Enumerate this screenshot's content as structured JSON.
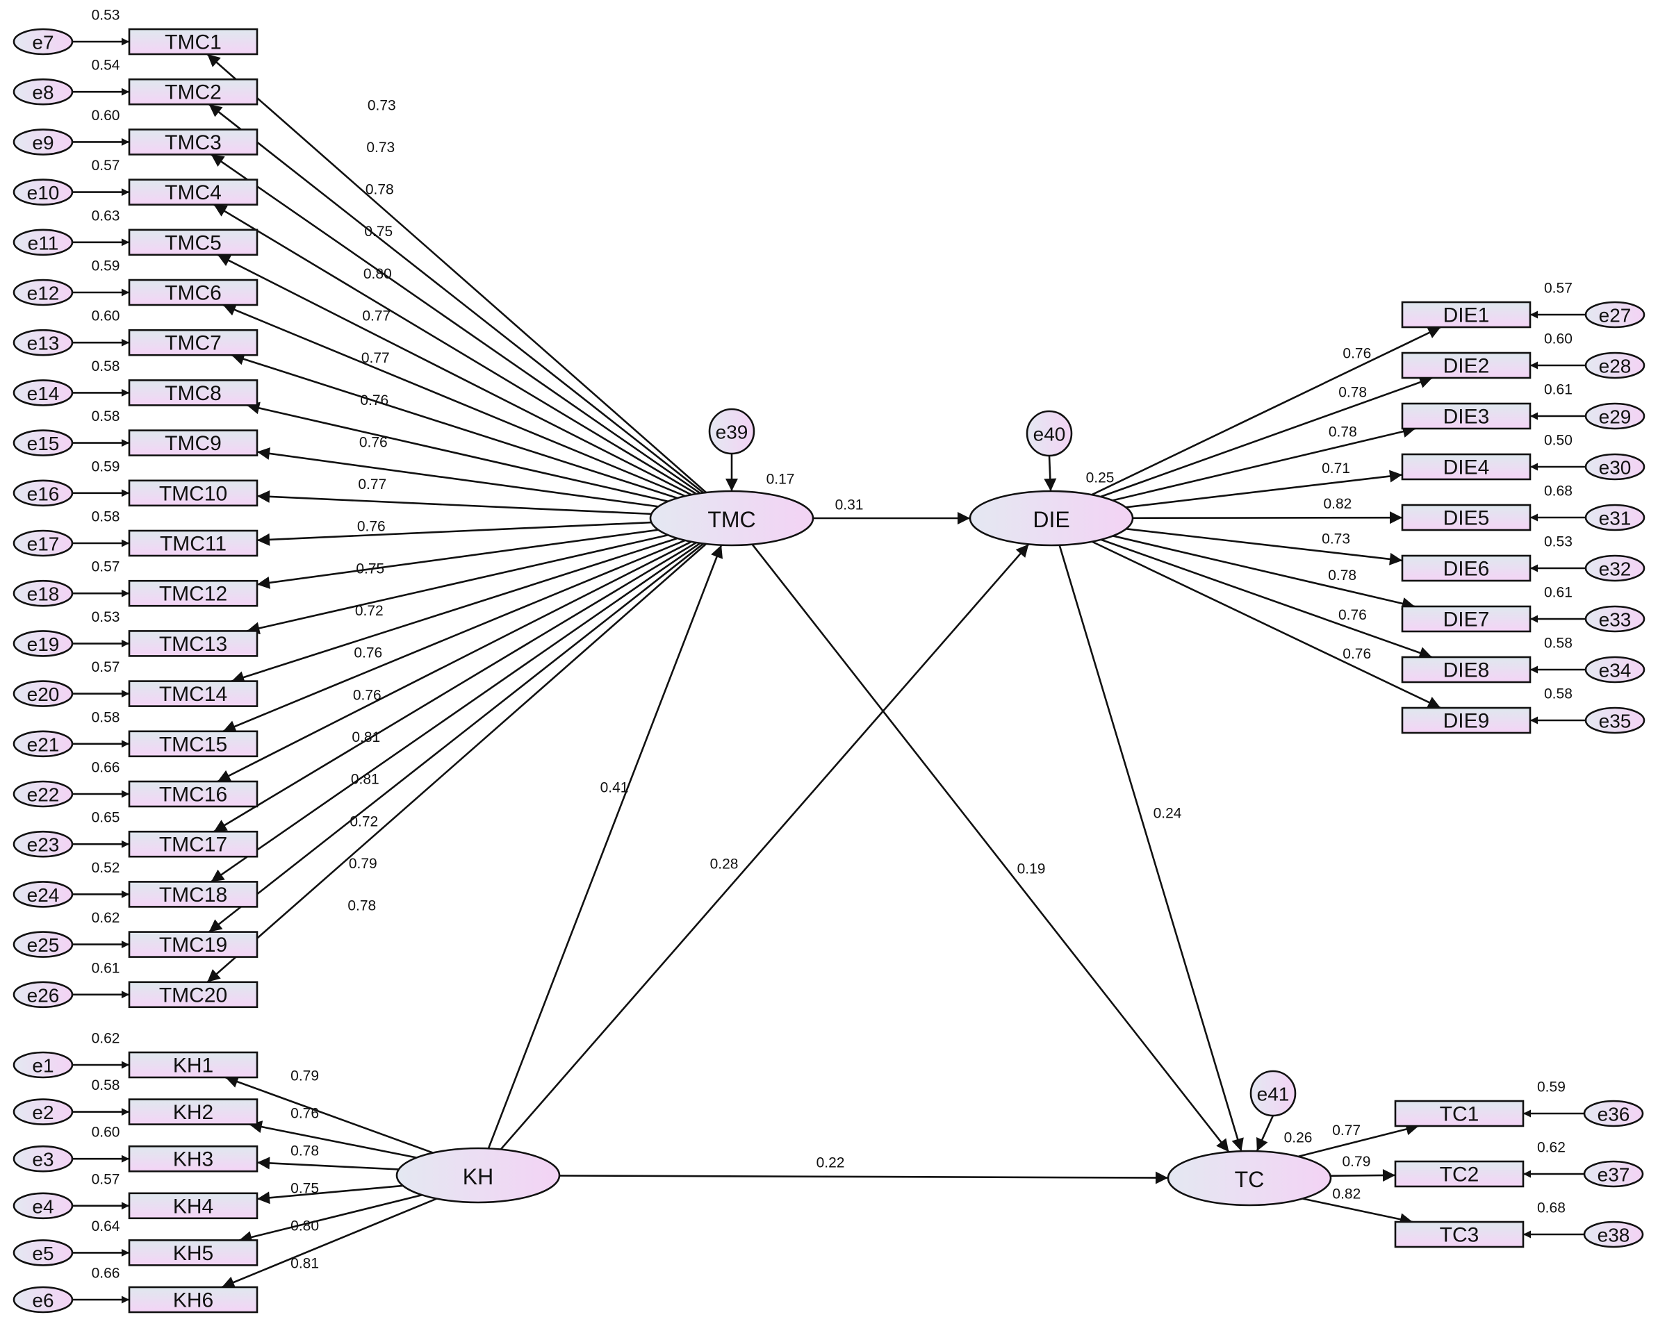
{
  "diagram": {
    "colors": {
      "box_top": "#dfe8ee",
      "box_bottom": "#f4d4f6",
      "ellipse_left": "#e4e8f2",
      "ellipse_right": "#f3d3f4",
      "line": "#111111"
    },
    "latents": {
      "TMC": {
        "label": "TMC",
        "r2": "0.17",
        "error": "e39"
      },
      "DIE": {
        "label": "DIE",
        "r2": "0.25",
        "error": "e40"
      },
      "KH": {
        "label": "KH"
      },
      "TC": {
        "label": "TC",
        "r2": "0.26",
        "error": "e41"
      }
    },
    "structural_paths": [
      {
        "from": "TMC",
        "to": "DIE",
        "coef": "0.31"
      },
      {
        "from": "TMC",
        "to": "TC",
        "coef": "0.19"
      },
      {
        "from": "DIE",
        "to": "TC",
        "coef": "0.24"
      },
      {
        "from": "KH",
        "to": "TMC",
        "coef": "0.41"
      },
      {
        "from": "KH",
        "to": "DIE",
        "coef": "0.28"
      },
      {
        "from": "KH",
        "to": "TC",
        "coef": "0.22"
      }
    ],
    "tmc_items": [
      {
        "name": "TMC1",
        "error": "e7",
        "r2": "0.53",
        "loading": "0.73"
      },
      {
        "name": "TMC2",
        "error": "e8",
        "r2": "0.54",
        "loading": "0.73"
      },
      {
        "name": "TMC3",
        "error": "e9",
        "r2": "0.60",
        "loading": "0.78"
      },
      {
        "name": "TMC4",
        "error": "e10",
        "r2": "0.57",
        "loading": "0.75"
      },
      {
        "name": "TMC5",
        "error": "e11",
        "r2": "0.63",
        "loading": "0.80"
      },
      {
        "name": "TMC6",
        "error": "e12",
        "r2": "0.59",
        "loading": "0.77"
      },
      {
        "name": "TMC7",
        "error": "e13",
        "r2": "0.60",
        "loading": "0.77"
      },
      {
        "name": "TMC8",
        "error": "e14",
        "r2": "0.58",
        "loading": "0.76"
      },
      {
        "name": "TMC9",
        "error": "e15",
        "r2": "0.58",
        "loading": "0.76"
      },
      {
        "name": "TMC10",
        "error": "e16",
        "r2": "0.59",
        "loading": "0.77"
      },
      {
        "name": "TMC11",
        "error": "e17",
        "r2": "0.58",
        "loading": "0.76"
      },
      {
        "name": "TMC12",
        "error": "e18",
        "r2": "0.57",
        "loading": "0.75"
      },
      {
        "name": "TMC13",
        "error": "e19",
        "r2": "0.53",
        "loading": "0.72"
      },
      {
        "name": "TMC14",
        "error": "e20",
        "r2": "0.57",
        "loading": "0.76"
      },
      {
        "name": "TMC15",
        "error": "e21",
        "r2": "0.58",
        "loading": "0.76"
      },
      {
        "name": "TMC16",
        "error": "e22",
        "r2": "0.66",
        "loading": "0.81"
      },
      {
        "name": "TMC17",
        "error": "e23",
        "r2": "0.65",
        "loading": "0.81"
      },
      {
        "name": "TMC18",
        "error": "e24",
        "r2": "0.52",
        "loading": "0.72"
      },
      {
        "name": "TMC19",
        "error": "e25",
        "r2": "0.62",
        "loading": "0.79"
      },
      {
        "name": "TMC20",
        "error": "e26",
        "r2": "0.61",
        "loading": "0.78"
      }
    ],
    "kh_items": [
      {
        "name": "KH1",
        "error": "e1",
        "r2": "0.62",
        "loading": "0.79"
      },
      {
        "name": "KH2",
        "error": "e2",
        "r2": "0.58",
        "loading": "0.76"
      },
      {
        "name": "KH3",
        "error": "e3",
        "r2": "0.60",
        "loading": "0.78"
      },
      {
        "name": "KH4",
        "error": "e4",
        "r2": "0.57",
        "loading": "0.75"
      },
      {
        "name": "KH5",
        "error": "e5",
        "r2": "0.64",
        "loading": "0.80"
      },
      {
        "name": "KH6",
        "error": "e6",
        "r2": "0.66",
        "loading": "0.81"
      }
    ],
    "die_items": [
      {
        "name": "DIE1",
        "error": "e27",
        "r2": "0.57",
        "loading": "0.76"
      },
      {
        "name": "DIE2",
        "error": "e28",
        "r2": "0.60",
        "loading": "0.78"
      },
      {
        "name": "DIE3",
        "error": "e29",
        "r2": "0.61",
        "loading": "0.78"
      },
      {
        "name": "DIE4",
        "error": "e30",
        "r2": "0.50",
        "loading": "0.71"
      },
      {
        "name": "DIE5",
        "error": "e31",
        "r2": "0.68",
        "loading": "0.82"
      },
      {
        "name": "DIE6",
        "error": "e32",
        "r2": "0.53",
        "loading": "0.73"
      },
      {
        "name": "DIE7",
        "error": "e33",
        "r2": "0.61",
        "loading": "0.78"
      },
      {
        "name": "DIE8",
        "error": "e34",
        "r2": "0.58",
        "loading": "0.76"
      },
      {
        "name": "DIE9",
        "error": "e35",
        "r2": "0.58",
        "loading": "0.76"
      }
    ],
    "tc_items": [
      {
        "name": "TC1",
        "error": "e36",
        "r2": "0.59",
        "loading": "0.77"
      },
      {
        "name": "TC2",
        "error": "e37",
        "r2": "0.62",
        "loading": "0.79"
      },
      {
        "name": "TC3",
        "error": "e38",
        "r2": "0.68",
        "loading": "0.82"
      }
    ]
  }
}
